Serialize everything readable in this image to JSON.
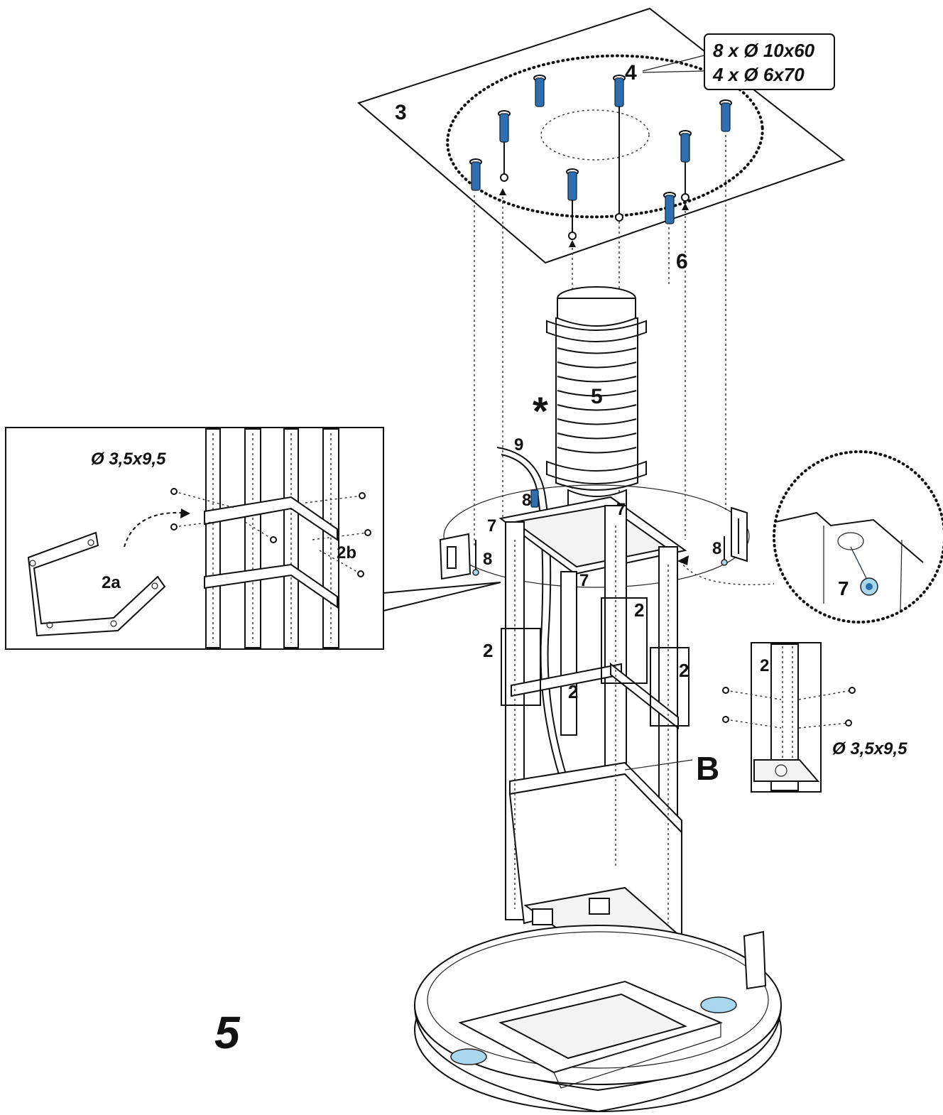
{
  "labels": {
    "ceiling": "3",
    "plugs": "4",
    "plug_spec_1": "8 x Ø 10x60",
    "plug_spec_2": "4 x Ø 6x70",
    "hose": "5",
    "asterisk": "*",
    "hook": "6",
    "screw": "7",
    "screw_detail": "7",
    "bolt": "8",
    "cable": "9",
    "bracket": "2",
    "bracket_a": "2a",
    "bracket_b": "2b",
    "screw_spec_inset": "Ø 3,5x9,5",
    "screw_spec_detail": "Ø 3,5x9,5",
    "point_b": "B",
    "step_number": "5"
  },
  "colors": {
    "hardware": "#2f6fb0",
    "lights": "#a9d7ee",
    "line": "#111111"
  }
}
